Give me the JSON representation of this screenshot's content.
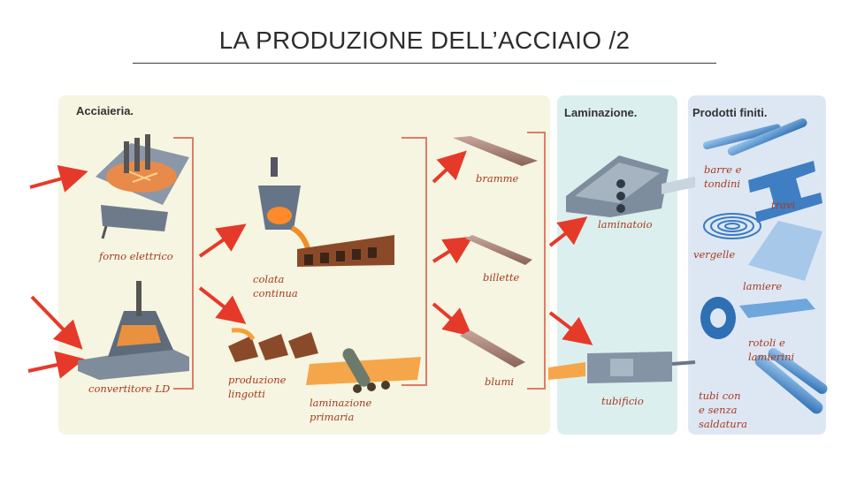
{
  "title": "LA PRODUZIONE DELL’ACCIAIO /2",
  "sections": {
    "acciaieria": "Acciaieria.",
    "laminazione": "Laminazione.",
    "prodotti": "Prodotti finiti."
  },
  "labels": {
    "forno": "forno elettrico",
    "convertitore": "convertitore LD",
    "colata_1": "colata",
    "colata_2": "continua",
    "lingotti_1": "produzione",
    "lingotti_2": "lingotti",
    "primaria_1": "laminazione",
    "primaria_2": "primaria",
    "bramme": "bramme",
    "billette": "billette",
    "blumi": "blumi",
    "laminatoio": "laminatoio",
    "tubificio": "tubificio",
    "barre_1": "barre e",
    "barre_2": "tondini",
    "travi": "travi",
    "vergelle": "vergelle",
    "lamiere": "lamiere",
    "rotoli_1": "rotoli e",
    "rotoli_2": "lamierini",
    "tubi_1": "tubi con",
    "tubi_2": "e senza",
    "tubi_3": "saldatura"
  },
  "colors": {
    "arrow": "#e53a2a",
    "label_text": "#a83a1f",
    "acciaieria_bg": "#f5f5e1",
    "laminazione_bg": "#dcefef",
    "prodotti_bg": "#dde7f4",
    "product_blue": "#4a8fd0"
  }
}
